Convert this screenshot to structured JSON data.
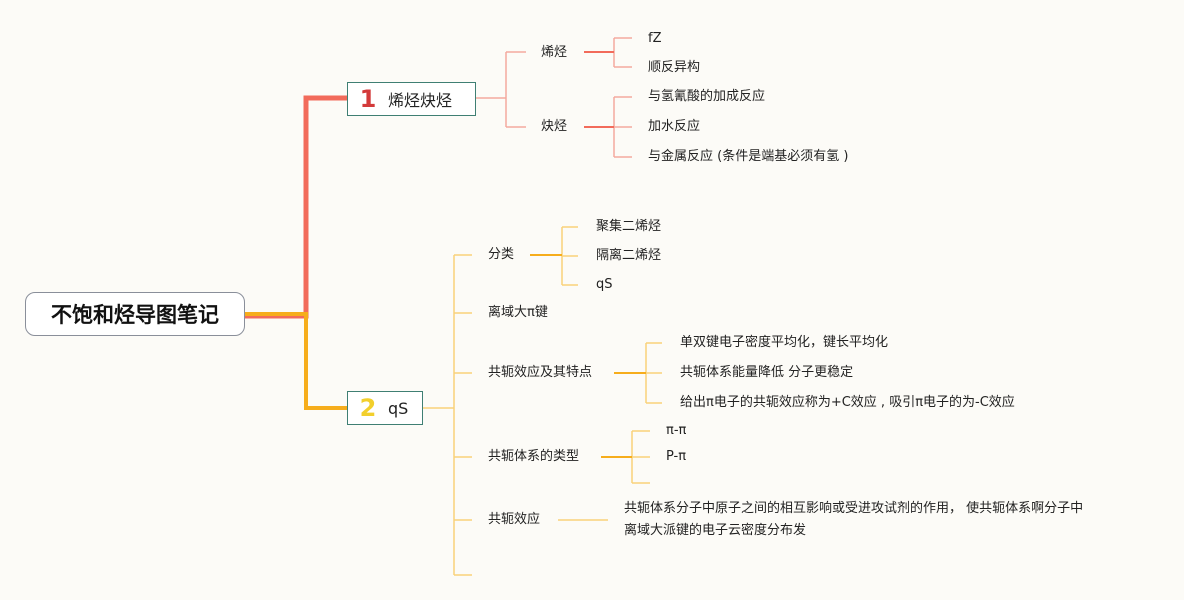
{
  "root": {
    "label": "不饱和烃导图笔记"
  },
  "branch1": {
    "number": "1",
    "label": "烯烃炔烃",
    "children": {
      "alkene": {
        "label": "烯烃",
        "items": [
          "fZ",
          "顺反异构"
        ]
      },
      "alkyne": {
        "label": "炔烃",
        "items": [
          "与氢氰酸的加成反应",
          "加水反应",
          "与金属反应 (条件是端基必须有氢 )"
        ]
      }
    }
  },
  "branch2": {
    "number": "2",
    "label": "qS",
    "children": {
      "classification": {
        "label": "分类",
        "items": [
          "聚集二烯烃",
          "隔离二烯烃",
          "qS"
        ]
      },
      "delocalized": {
        "label": "离域大π键"
      },
      "conj_features": {
        "label": "共轭效应及其特点",
        "items": [
          "单双键电子密度平均化，键长平均化",
          "共轭体系能量降低 分子更稳定",
          "给出π电子的共轭效应称为+C效应 , 吸引π电子的为-C效应"
        ]
      },
      "conj_types": {
        "label": "共轭体系的类型",
        "items": [
          "π-π",
          "P-π"
        ]
      },
      "conj_effect": {
        "label": "共轭效应",
        "desc_line1": "共轭体系分子中原子之间的相互影响或受进攻试剂的作用， 使共轭体系啊分子中",
        "desc_line2": "离域大派键的电子云密度分布发"
      }
    }
  },
  "colors": {
    "branch1_line": "#f26b5b",
    "branch1_sub_line": "#f4a99f",
    "branch2_line": "#f6ad1c",
    "branch2_sub_line": "#f9d27a",
    "num1": "#d33a3a",
    "num2": "#f2cf2c",
    "box_border": "#3f7f73"
  }
}
